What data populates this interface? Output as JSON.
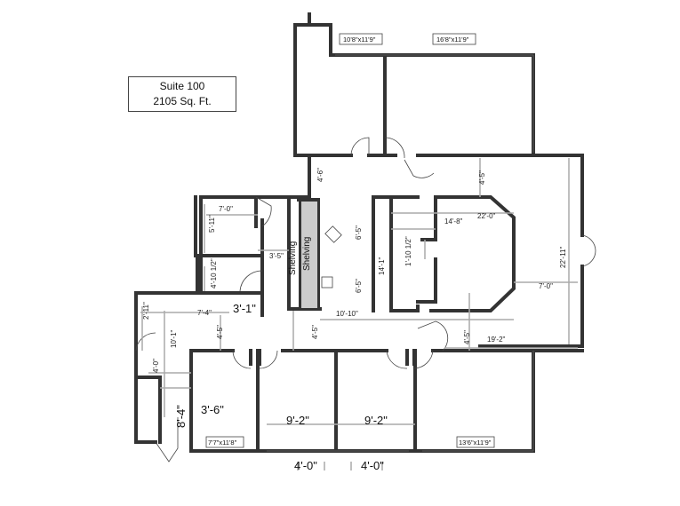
{
  "title": {
    "suite": "Suite 100",
    "area": "2105 Sq. Ft."
  },
  "room_tags": {
    "top_left": "10'8\"x11'9\"",
    "top_right": "16'8\"x11'9\"",
    "bottom_left": "7'7\"x11'8\"",
    "bottom_right": "13'6\"x11'9\""
  },
  "labels": {
    "shelving_1": "Shelving",
    "shelving_2": "Shelving"
  },
  "dimensions": {
    "d_4_6_top": "4'-6\"",
    "d_4_5_top": "4'-5\"",
    "d_7_0_closet": "7'-0\"",
    "d_5_11": "5'-11\"",
    "d_3_5": "3'-5\"",
    "d_4_10_half": "4'-10 1/2\"",
    "d_6_5_a": "6'-5\"",
    "d_6_5_b": "6'-5\"",
    "d_14_1": "14'-1\"",
    "d_14_8": "14'-8\"",
    "d_22_0": "22'-0\"",
    "d_1_10_half": "1'-10 1/2\"",
    "d_22_11": "22'-11\"",
    "d_7_0_right": "7'-0\"",
    "d_2_11": "2'-11\"",
    "d_7_4": "7'-4\"",
    "d_3_1": "3'-1\"",
    "d_10_10": "10'-10\"",
    "d_4_5_left": "4'-5\"",
    "d_4_5_mid": "4'-5\"",
    "d_4_5_right": "4'-5\"",
    "d_19_2": "19'-2\"",
    "d_10_1": "10'-1\"",
    "d_4_0_side": "4'-0\"",
    "d_8_4": "8'-4\"",
    "d_3_6": "3'-6\"",
    "d_9_2_a": "9'-2\"",
    "d_9_2_b": "9'-2\"",
    "d_4_0_a": "4'-0\"",
    "d_4_0_b": "4'-0\""
  }
}
